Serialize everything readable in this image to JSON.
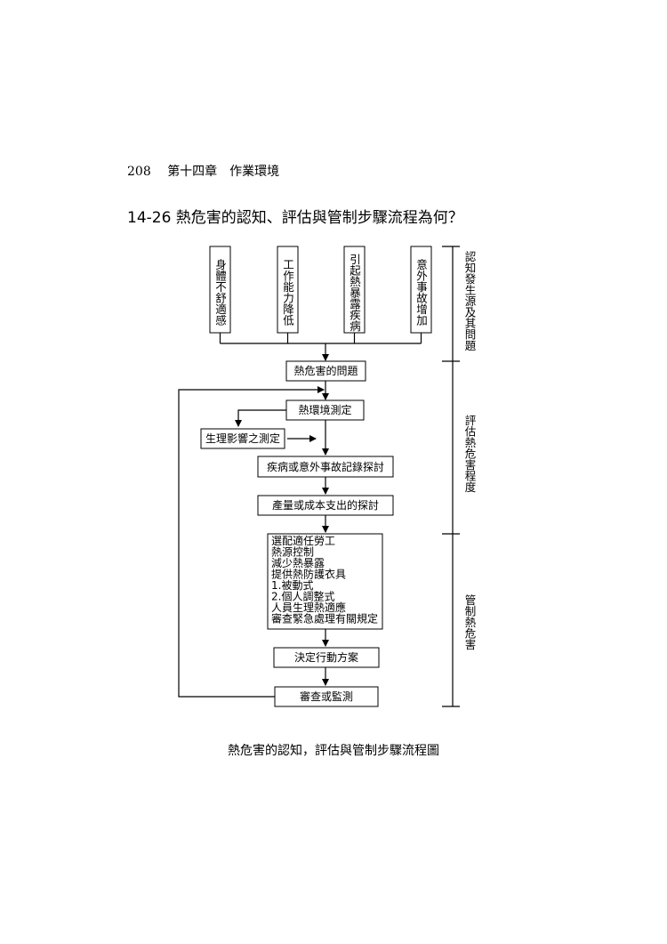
{
  "header": {
    "page_number": "208",
    "chapter": "第十四章　作業環境"
  },
  "question": "14-26 熱危害的認知、評估與管制步驟流程為何？",
  "flowchart": {
    "top_boxes": [
      "身體不舒適感",
      "工作能力降低",
      "引起熱暴露疾病",
      "意外事故增加"
    ],
    "heat_problem": "熱危害的問題",
    "env_measure": "熱環境測定",
    "physio_measure": "生理影響之測定",
    "records_review": "疾病或意外事故記錄探討",
    "cost_review": "產量或成本支出的探討",
    "control_items": [
      "選配適任勞工",
      "熱源控制",
      "減少熱暴露",
      "提供熱防護衣具",
      "1.被動式",
      "2.個人調整式",
      "人員生理熱適應",
      "審查緊急處理有關規定"
    ],
    "decide_plan": "決定行動方案",
    "review_monitor": "審查或監測",
    "stages": [
      "認知發生源及其問題",
      "評估熱危害程度",
      "管制熱危害"
    ]
  },
  "caption": "熱危害的認知，評估與管制步驟流程圖"
}
